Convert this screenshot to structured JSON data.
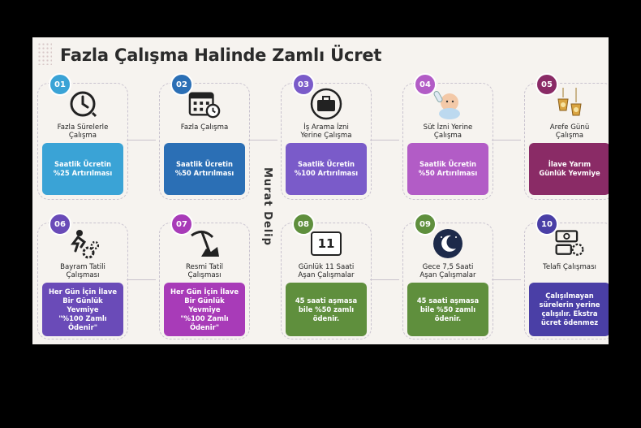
{
  "title": "Fazla Çalışma Halinde Zamlı Ücret",
  "author": "Murat Delip",
  "cards": [
    {
      "num": "01",
      "label": "Fazla Sürelerle\nÇalışma",
      "box": "Saatlik Ücretin\n%25 Artırılması",
      "color": "#3aa3d6",
      "icon": "clock-icon"
    },
    {
      "num": "02",
      "label": "Fazla Çalışma",
      "box": "Saatlik Ücretin\n%50 Artırılması",
      "color": "#2b6fb5",
      "icon": "calendar-clock-icon"
    },
    {
      "num": "03",
      "label": "İş Arama İzni\nYerine Çalışma",
      "box": "Saatlik Ücretin\n%100 Artırılması",
      "color": "#7a5bc9",
      "icon": "briefcase-icon"
    },
    {
      "num": "04",
      "label": "Süt İzni Yerine\nÇalışma",
      "box": "Saatlik Ücretin\n%50 Artırılması",
      "color": "#b25cc6",
      "icon": "baby-icon"
    },
    {
      "num": "05",
      "label": "Arefe Günü\nÇalışma",
      "box": "İlave Yarım\nGünlük Yevmiye",
      "color": "#8a2b66",
      "icon": "lanterns-icon"
    },
    {
      "num": "06",
      "label": "Bayram Tatili\nÇalışması",
      "box": "Her Gün İçin İlave\nBir Günlük\nYevmiye\n\"%100 Zamlı\nÖdenir\"",
      "color": "#6a4bb8",
      "icon": "running-gears-icon"
    },
    {
      "num": "07",
      "label": "Resmi Tatil\nÇalışması",
      "box": "Her Gün İçin İlave\nBir Günlük\nYevmiye\n\"%100 Zamlı\nÖdenir\"",
      "color": "#a83bb8",
      "icon": "pickaxe-icon"
    },
    {
      "num": "08",
      "label": "Günlük 11 Saati\nAşan Çalışmalar",
      "box": "45 saati aşmasa\nbile %50 zamlı\nödenir.",
      "color": "#5f8f3d",
      "icon": "number-11-icon",
      "icon_text": "11"
    },
    {
      "num": "09",
      "label": "Gece 7,5 Saati\nAşan Çalışmalar",
      "box": "45 saati aşmasa\nbile %50 zamlı\nödenir.",
      "color": "#5f8f3d",
      "icon": "moon-stars-icon"
    },
    {
      "num": "10",
      "label": "Telafi Çalışması",
      "box": "Çalışılmayan\nsürelerin yerine\nçalışılır. Ekstra\nücret ödenmez",
      "color": "#4a3fa6",
      "icon": "money-icon"
    }
  ]
}
